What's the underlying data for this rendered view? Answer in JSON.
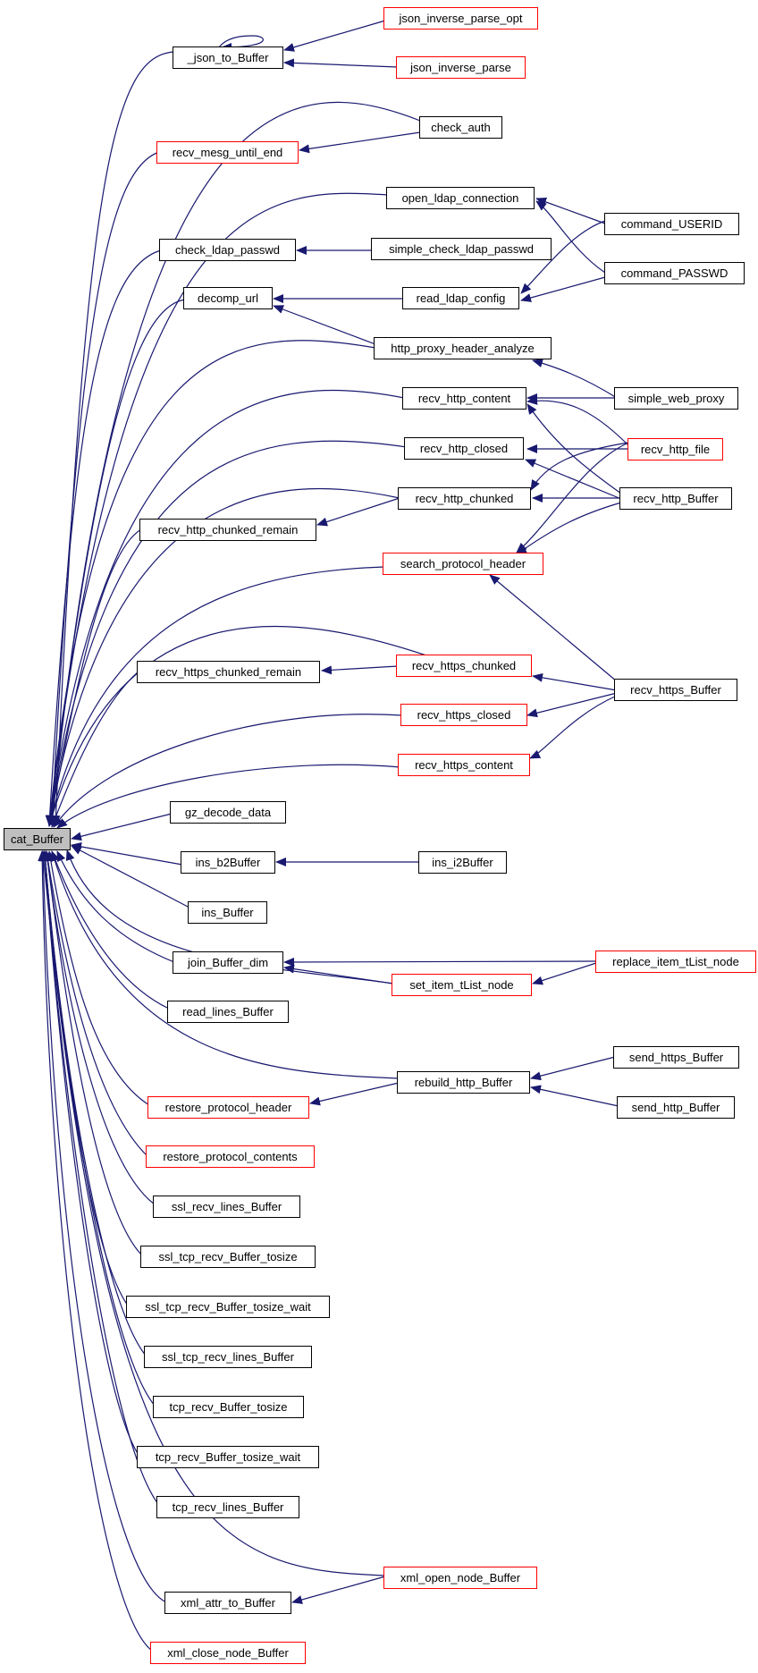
{
  "colors": {
    "edge": "#191970",
    "box_border": "#000000",
    "box_border_highlight": "#ff0000",
    "root_fill": "#bfbfbf",
    "background": "#ffffff"
  },
  "nodes": {
    "cat_Buffer": "cat_Buffer",
    "json_to_Buffer": "_json_to_Buffer",
    "json_inverse_parse_opt": "json_inverse_parse_opt",
    "json_inverse_parse": "json_inverse_parse",
    "check_auth": "check_auth",
    "recv_mesg_until_end": "recv_mesg_until_end",
    "open_ldap_connection": "open_ldap_connection",
    "command_USERID": "command_USERID",
    "check_ldap_passwd": "check_ldap_passwd",
    "simple_check_ldap_passwd": "simple_check_ldap_passwd",
    "command_PASSWD": "command_PASSWD",
    "decomp_url": "decomp_url",
    "read_ldap_config": "read_ldap_config",
    "http_proxy_header_analyze": "http_proxy_header_analyze",
    "recv_http_content": "recv_http_content",
    "simple_web_proxy": "simple_web_proxy",
    "recv_http_closed": "recv_http_closed",
    "recv_http_file": "recv_http_file",
    "recv_http_chunked": "recv_http_chunked",
    "recv_http_Buffer": "recv_http_Buffer",
    "recv_http_chunked_remain": "recv_http_chunked_remain",
    "search_protocol_header": "search_protocol_header",
    "recv_https_chunked_remain": "recv_https_chunked_remain",
    "recv_https_chunked": "recv_https_chunked",
    "recv_https_Buffer": "recv_https_Buffer",
    "recv_https_closed": "recv_https_closed",
    "recv_https_content": "recv_https_content",
    "gz_decode_data": "gz_decode_data",
    "ins_b2Buffer": "ins_b2Buffer",
    "ins_i2Buffer": "ins_i2Buffer",
    "ins_Buffer": "ins_Buffer",
    "join_Buffer_dim": "join_Buffer_dim",
    "replace_item_tList_node": "replace_item_tList_node",
    "set_item_tList_node": "set_item_tList_node",
    "read_lines_Buffer": "read_lines_Buffer",
    "rebuild_http_Buffer": "rebuild_http_Buffer",
    "send_https_Buffer": "send_https_Buffer",
    "send_http_Buffer": "send_http_Buffer",
    "restore_protocol_header": "restore_protocol_header",
    "restore_protocol_contents": "restore_protocol_contents",
    "ssl_recv_lines_Buffer": "ssl_recv_lines_Buffer",
    "ssl_tcp_recv_Buffer_tosize": "ssl_tcp_recv_Buffer_tosize",
    "ssl_tcp_recv_Buffer_tosize_wait": "ssl_tcp_recv_Buffer_tosize_wait",
    "ssl_tcp_recv_lines_Buffer": "ssl_tcp_recv_lines_Buffer",
    "tcp_recv_Buffer_tosize": "tcp_recv_Buffer_tosize",
    "tcp_recv_Buffer_tosize_wait": "tcp_recv_Buffer_tosize_wait",
    "tcp_recv_lines_Buffer": "tcp_recv_lines_Buffer",
    "xml_open_node_Buffer": "xml_open_node_Buffer",
    "xml_attr_to_Buffer": "xml_attr_to_Buffer",
    "xml_close_node_Buffer": "xml_close_node_Buffer"
  }
}
